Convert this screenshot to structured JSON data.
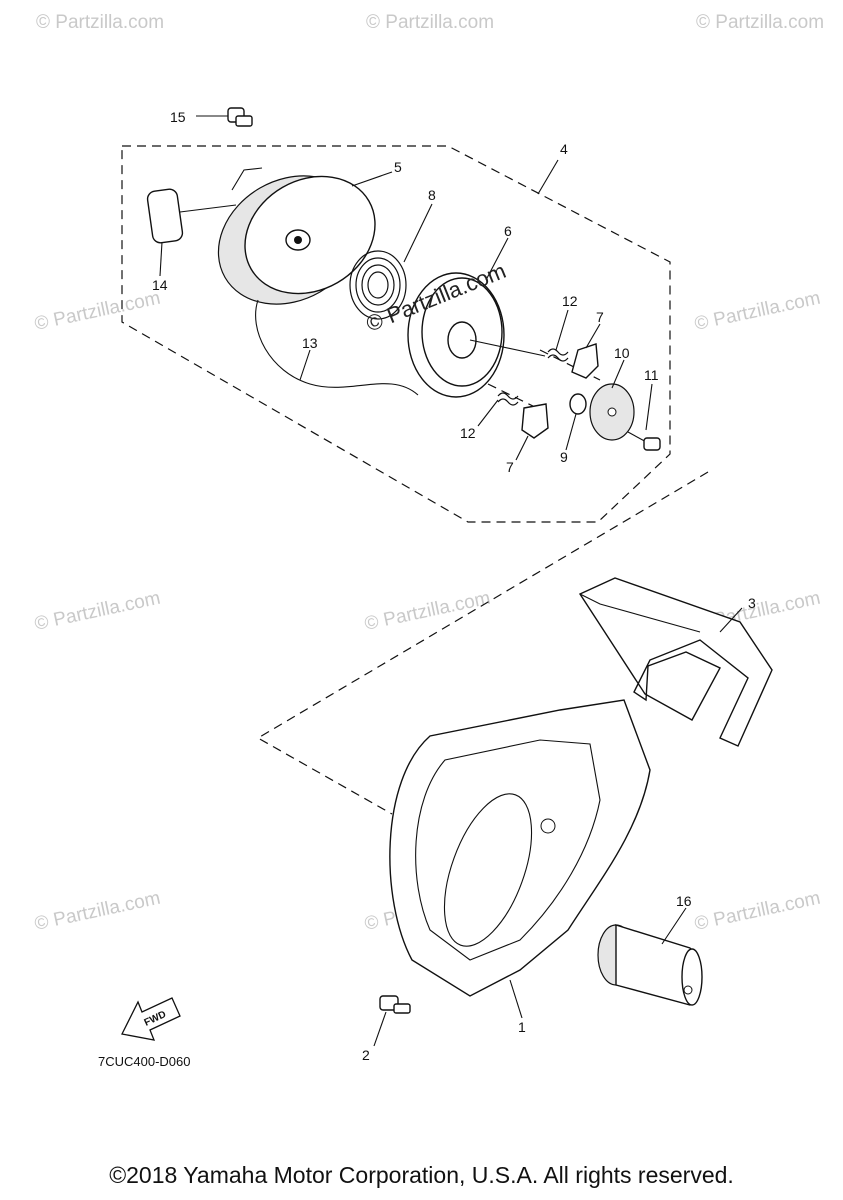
{
  "watermarks": {
    "text": "© Partzilla.com",
    "center_text": "© Partzilla.com"
  },
  "callouts": {
    "c1": "1",
    "c2": "2",
    "c3": "3",
    "c4": "4",
    "c5": "5",
    "c6": "6",
    "c7a": "7",
    "c7b": "7",
    "c8": "8",
    "c9": "9",
    "c10": "10",
    "c11": "11",
    "c12a": "12",
    "c12b": "12",
    "c13": "13",
    "c14": "14",
    "c15": "15",
    "c16": "16"
  },
  "fwd_label": "FWD",
  "diagram_code": "7CUC400-D060",
  "copyright": "©2018 Yamaha Motor Corporation, U.S.A. All rights reserved."
}
